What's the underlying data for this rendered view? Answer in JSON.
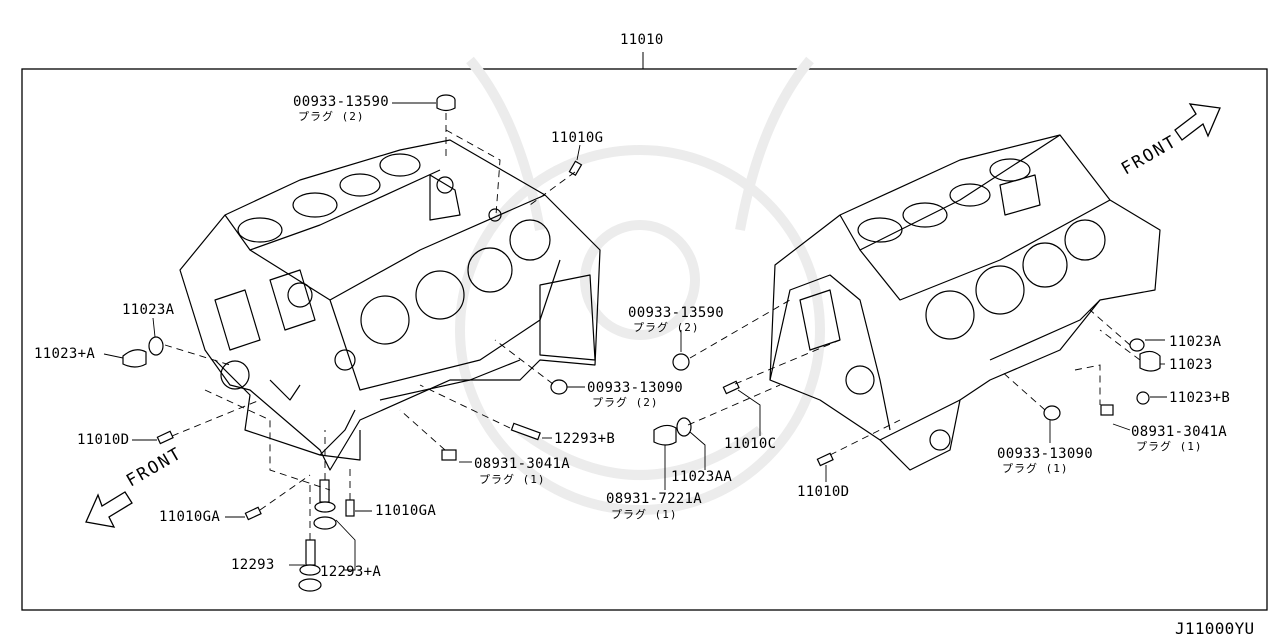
{
  "diagram": {
    "main_part": "11010",
    "code": "J11000YU",
    "front_left": "FRONT",
    "front_right": "FRONT"
  },
  "callouts": {
    "c_00933_13590_top": "00933-13590",
    "s_plug2_top": "プラグ (2)",
    "c_11010G": "11010G",
    "c_11023A_left": "11023A",
    "c_11023_A_left": "11023+A",
    "c_11010D_left": "11010D",
    "c_11010GA_a": "11010GA",
    "c_11010GA_b": "11010GA",
    "c_12293": "12293",
    "c_12293_A": "12293+A",
    "c_12293_B": "12293+B",
    "c_08931_3041A_mid": "08931-3041A",
    "s_plug1_mid": "プラグ (1)",
    "c_00933_13090_mid": "00933-13090",
    "s_plug2_mid": "プラグ (2)",
    "c_00933_13590_mid": "00933-13590",
    "s_plug2_mid2": "プラグ (2)",
    "c_11023AA": "11023AA",
    "c_08931_7221A": "08931-7221A",
    "s_plug1_7221": "プラグ (1)",
    "c_11010C": "11010C",
    "c_11010D_right": "11010D",
    "c_00933_13090_right": "00933-13090",
    "s_plug1_right": "プラグ (1)",
    "c_08931_3041A_right": "08931-3041A",
    "s_plug1_right2": "プラグ (1)",
    "c_11023A_right": "11023A",
    "c_11023_right": "11023",
    "c_11023_B_right": "11023+B"
  }
}
